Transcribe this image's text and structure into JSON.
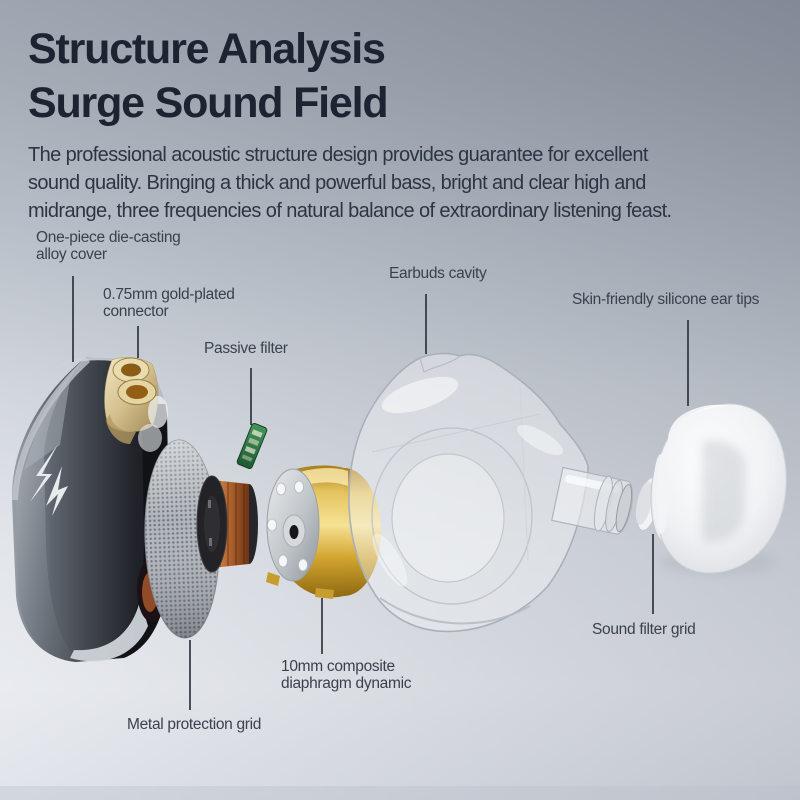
{
  "header": {
    "title_line1": "Structure Analysis",
    "title_line2": "Surge Sound Field"
  },
  "intro": {
    "lines": [
      "The professional acoustic structure design provides guarantee for excellent",
      "sound quality. Bringing a thick and powerful bass, bright and clear high and",
      "midrange, three frequencies of natural balance of extraordinary listening feast."
    ]
  },
  "callouts": {
    "alloy_cover": {
      "lines": [
        "One-piece die-casting",
        "alloy cover"
      ]
    },
    "connector": {
      "lines": [
        "0.75mm gold-plated",
        "connector"
      ]
    },
    "passive_filter": {
      "lines": [
        "Passive filter"
      ]
    },
    "earbuds_cavity": {
      "lines": [
        "Earbuds cavity"
      ]
    },
    "ear_tips": {
      "lines": [
        "Skin-friendly silicone ear tips"
      ]
    },
    "sound_filter": {
      "lines": [
        "Sound filter grid"
      ]
    },
    "diaphragm": {
      "lines": [
        "10mm composite",
        "diaphragm dynamic"
      ]
    },
    "metal_grid": {
      "lines": [
        "Metal protection grid"
      ]
    }
  },
  "colors": {
    "title_text": "#1b2430",
    "body_text": "#2c3642",
    "label_text": "#3a414c",
    "leader_line": "#262c35",
    "driver_gold": "#d2a52f",
    "coil_copper": "#b26630",
    "pcb_green": "#2f7d46",
    "shell_gunmetal": "#2c2f34",
    "background_top": "#939ba7",
    "background_bottom": "#e6e9ee"
  }
}
